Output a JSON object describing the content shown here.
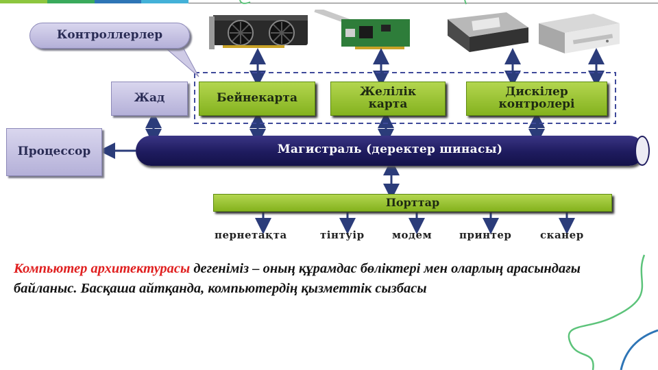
{
  "diagram": {
    "callout_label": "Контроллерлер",
    "memory_label": "Жад",
    "processor_label": "Процессор",
    "controllers": [
      "Бейнекарта",
      "Желілік карта",
      "Дискілер контролері"
    ],
    "bus_label": "Магистраль (деректер шинасы)",
    "ports_label": "Порттар",
    "peripherals": [
      "пернетақта",
      "тінтуір",
      "модем",
      "принтер",
      "сканер"
    ]
  },
  "caption": {
    "highlight": "Компьютер архитектурасы",
    "rest": " дегеніміз – оның құрамдас бөліктері мен оларлың арасындағы байланыс. Басқаша айтқанда, компьютердің қызметтік сызбасы"
  },
  "colors": {
    "highlight": "#e02020",
    "bus": "#1e1b5e",
    "controller_green": "#8fbe2a",
    "lavender": "#c4c0e2",
    "arrow": "#2b3c7a"
  }
}
